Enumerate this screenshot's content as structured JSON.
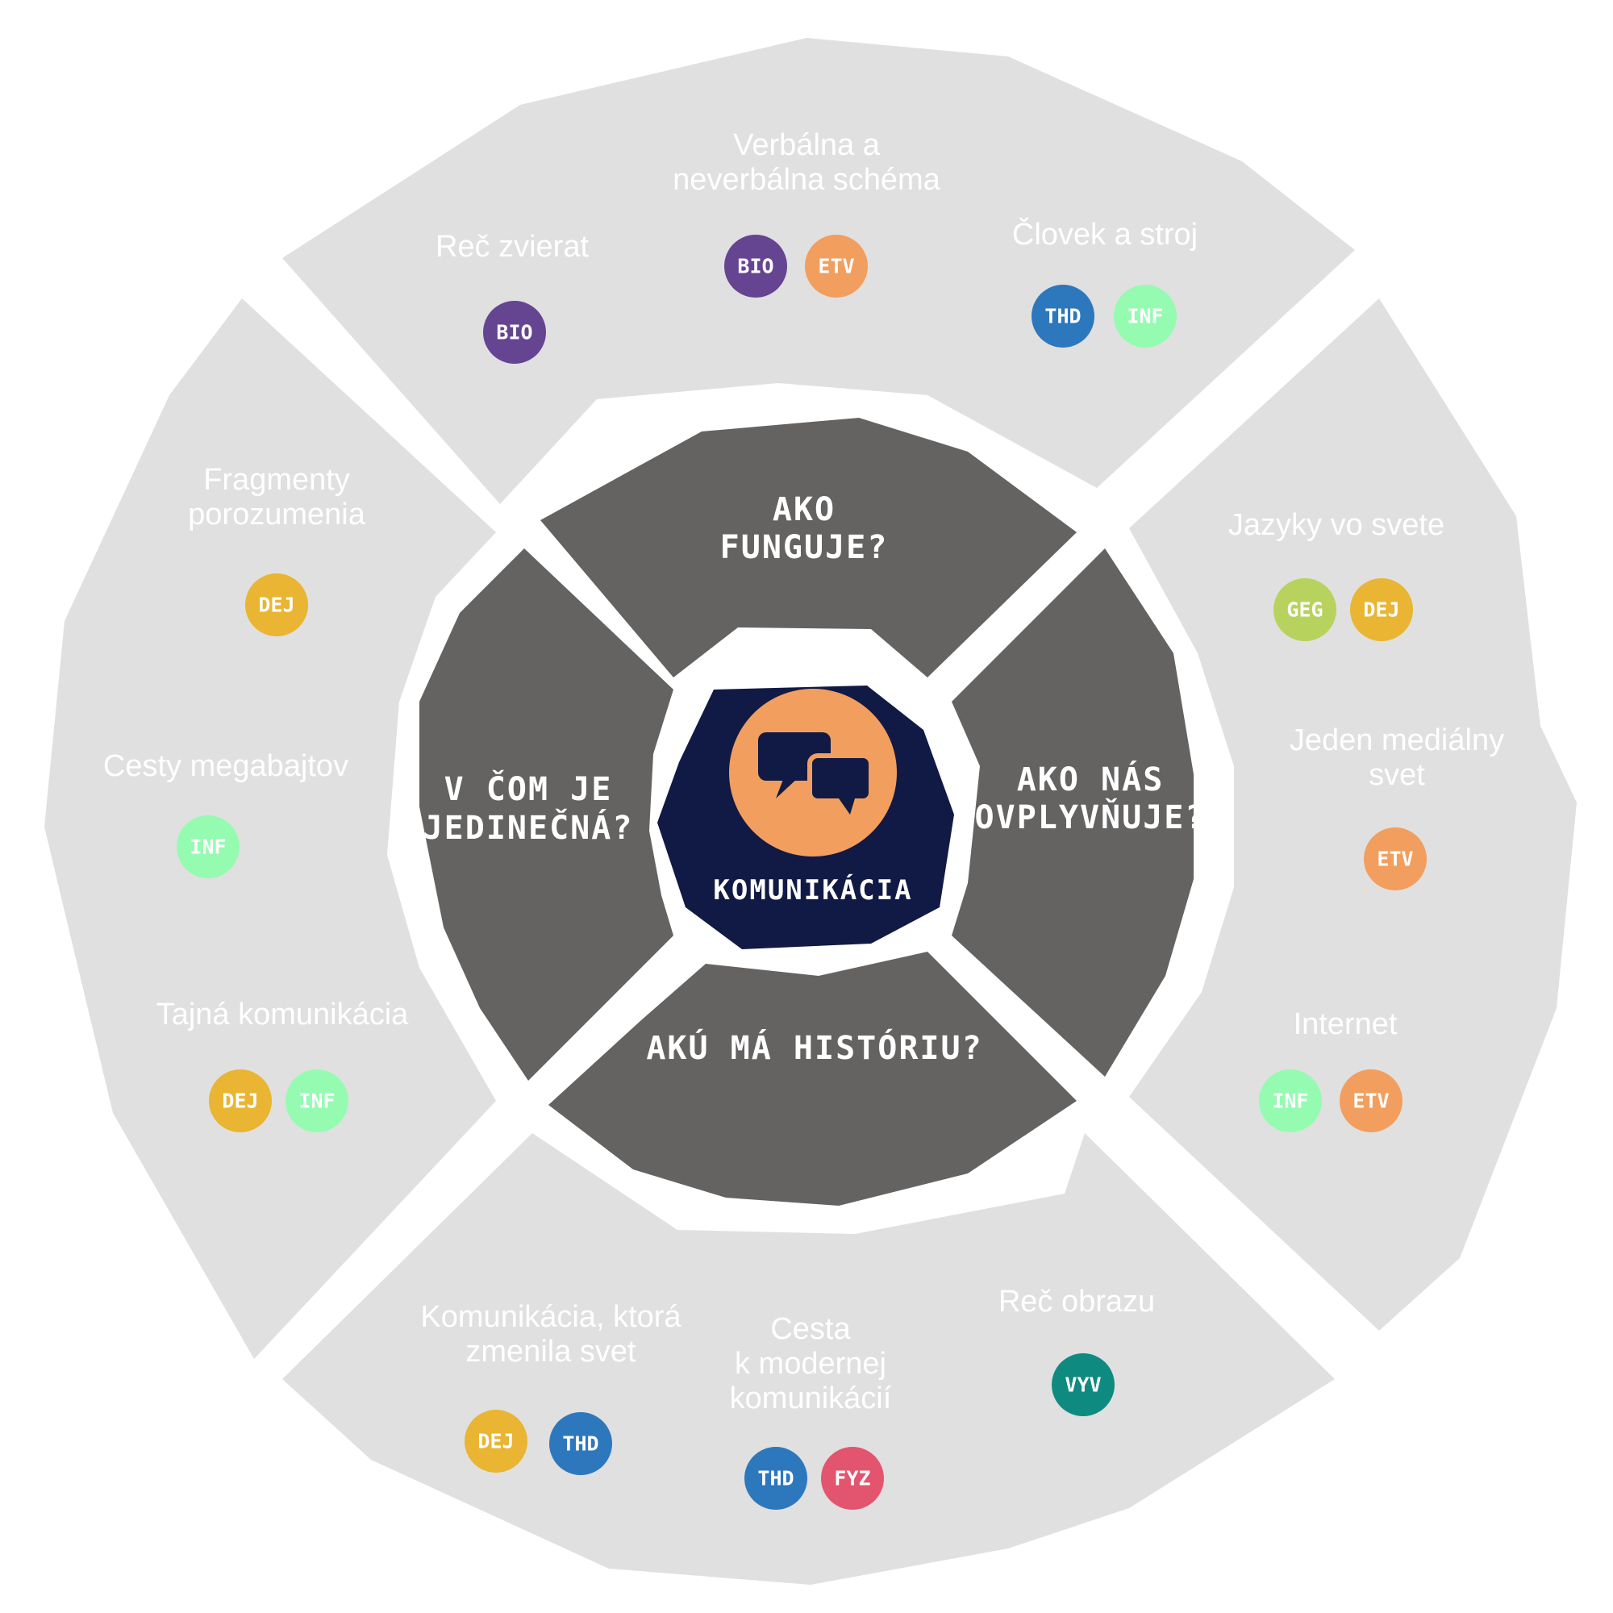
{
  "colors": {
    "outer_panel": "#e0e0e0",
    "inner_panel": "#646362",
    "center_bg": "#111a44",
    "center_circle": "#f29e5e",
    "BIO": "#654491",
    "ETV": "#f29e5e",
    "THD": "#2d77bd",
    "INF": "#95fbb1",
    "DEJ": "#e9b532",
    "GEG": "#b7d35d",
    "VYV": "#0f8a80",
    "FYZ": "#e3556f"
  },
  "center": {
    "label": "KOMUNIKÁCIA",
    "icon": "speech-bubbles-icon"
  },
  "questions": {
    "top": [
      "AKO",
      "FUNGUJE?"
    ],
    "right": [
      "AKO NÁS",
      "OVPLYVŇUJE?"
    ],
    "bottom": [
      "AKÚ MÁ HISTÓRIU?"
    ],
    "left": [
      "V ČOM JE",
      "JEDINEČNÁ?"
    ]
  },
  "topics": [
    {
      "id": "rec-zvierat",
      "lines": [
        "Reč zvierat"
      ],
      "badges": [
        "BIO"
      ]
    },
    {
      "id": "verbalna",
      "lines": [
        "Verbálna a",
        "neverbálna schéma"
      ],
      "badges": [
        "BIO",
        "ETV"
      ]
    },
    {
      "id": "clovek-stroj",
      "lines": [
        "Človek a stroj"
      ],
      "badges": [
        "THD",
        "INF"
      ]
    },
    {
      "id": "jazyky",
      "lines": [
        "Jazyky vo svete"
      ],
      "badges": [
        "GEG",
        "DEJ"
      ]
    },
    {
      "id": "medialny",
      "lines": [
        "Jeden mediálny",
        "svet"
      ],
      "badges": [
        "ETV"
      ]
    },
    {
      "id": "internet",
      "lines": [
        "Internet"
      ],
      "badges": [
        "INF",
        "ETV"
      ]
    },
    {
      "id": "rec-obrazu",
      "lines": [
        "Reč obrazu"
      ],
      "badges": [
        "VYV"
      ]
    },
    {
      "id": "cesta",
      "lines": [
        "Cesta",
        "k modernej",
        "komunikácií"
      ],
      "badges": [
        "THD",
        "FYZ"
      ]
    },
    {
      "id": "zmenila",
      "lines": [
        "Komunikácia, ktorá",
        "zmenila svet"
      ],
      "badges": [
        "DEJ",
        "THD"
      ]
    },
    {
      "id": "tajna",
      "lines": [
        "Tajná komunikácia"
      ],
      "badges": [
        "DEJ",
        "INF"
      ]
    },
    {
      "id": "cesty-mb",
      "lines": [
        "Cesty megabajtov"
      ],
      "badges": [
        "INF"
      ]
    },
    {
      "id": "fragmenty",
      "lines": [
        "Fragmenty",
        "porozumenia"
      ],
      "badges": [
        "DEJ"
      ]
    }
  ]
}
